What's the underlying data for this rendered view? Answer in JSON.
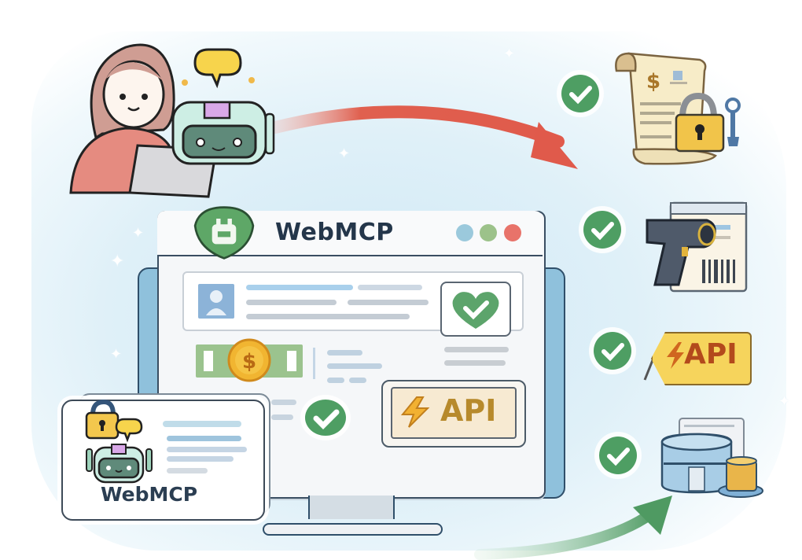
{
  "scene": {
    "title": "WebMCP",
    "card_label": "WebMCP",
    "api_label": "API",
    "tag_label": "API",
    "window_dots": [
      {
        "name": "dot-blue",
        "color": "#9bc9dc"
      },
      {
        "name": "dot-green",
        "color": "#9cc28a"
      },
      {
        "name": "dot-red",
        "color": "#e8736a"
      }
    ],
    "colors": {
      "check_green": "#4e9e63",
      "arrow_red": "#e05a4b",
      "arrow_green": "#5a9f6a",
      "background_wash": "#d8edf7",
      "title_text": "#24364a"
    },
    "outcomes": [
      {
        "icon": "contract-lock-icon",
        "status": "check-icon"
      },
      {
        "icon": "barcode-scanner-icon",
        "status": "check-icon"
      },
      {
        "icon": "api-tag-icon",
        "status": "check-icon"
      },
      {
        "icon": "database-icon",
        "status": "check-icon"
      }
    ],
    "characters": [
      "person-with-laptop",
      "robot-assistant"
    ]
  }
}
